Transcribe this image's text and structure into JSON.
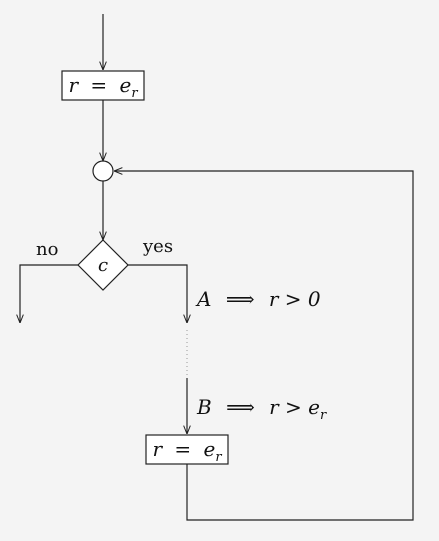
{
  "nodes": {
    "top_box": {
      "lhs": "r",
      "eq": "=",
      "rhs": "e",
      "sub": "r"
    },
    "junction": {},
    "decision": {
      "label": "c"
    },
    "bottom_box": {
      "lhs": "r",
      "eq": "=",
      "rhs": "e",
      "sub": "r"
    }
  },
  "branches": {
    "no": "no",
    "yes": "yes"
  },
  "annotations": {
    "first": {
      "lhs": "A",
      "arrow": "⟹",
      "rhs": "r > 0"
    },
    "second": {
      "lhs": "B",
      "arrow": "⟹",
      "rhs": "r > e",
      "sub": "r"
    }
  }
}
